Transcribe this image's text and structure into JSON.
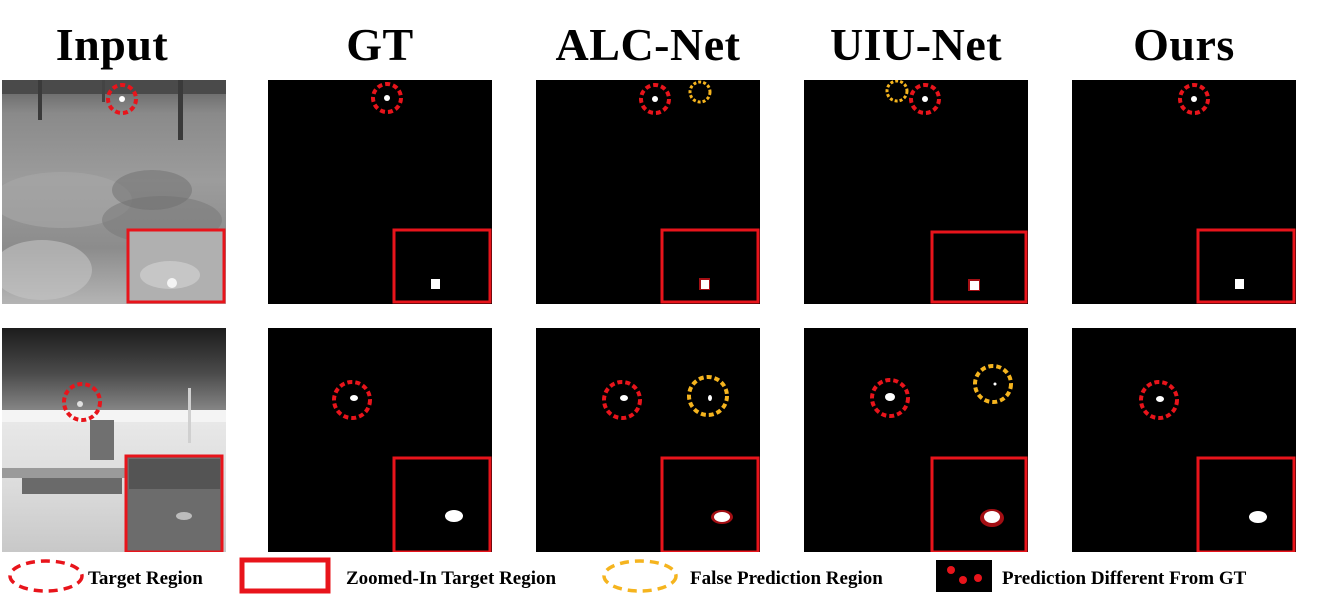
{
  "columns": [
    {
      "title": "Input"
    },
    {
      "title": "GT"
    },
    {
      "title": "ALC-Net"
    },
    {
      "title": "UIU-Net"
    },
    {
      "title": "Ours"
    }
  ],
  "legend": {
    "target_region": "Target Region",
    "zoomed_region": "Zoomed-In Target Region",
    "false_prediction": "False Prediction Region",
    "prediction_diff": "Prediction Different From GT"
  },
  "colors": {
    "target_ring": "#e8141b",
    "false_ring": "#f5b41e",
    "zoom_box": "#e8141b",
    "background": "#000000",
    "target": "#ffffff"
  }
}
